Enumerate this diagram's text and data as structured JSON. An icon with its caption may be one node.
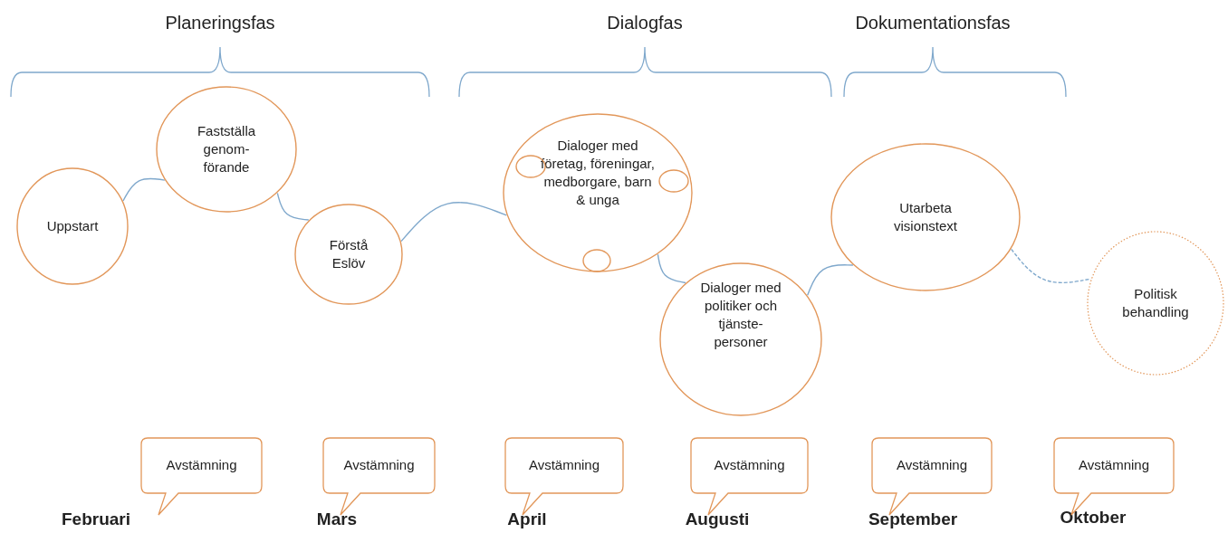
{
  "diagram": {
    "nodes": [
      {
        "text": [
          "Uppstart"
        ]
      },
      {
        "text": [
          "Fastställa genom- förande"
        ]
      },
      {
        "text": [
          "Förstå Eslöv"
        ]
      },
      {
        "text": [
          "Dialoger med företag, föreningar, medborgare, barn & unga"
        ]
      },
      {
        "text": [],
        "shape": "circle",
        "in": 3
      },
      {
        "text": [],
        "shape": "circle",
        "in": 3
      },
      {
        "text": [],
        "shape": "circle",
        "in": 3
      },
      {
        "text": [
          "Dialoger med politiker och tjänste- personer"
        ]
      },
      {
        "text": [
          "Utarbeta visionstext"
        ]
      },
      {
        "text": [
          "Politisk behandling"
        ]
      },
      {
        "text": [
          "Avstämning"
        ]
      },
      {
        "text": [
          "Avstämning"
        ]
      },
      {
        "text": [
          "Avstämning"
        ]
      },
      {
        "text": [
          "Avstämning"
        ]
      },
      {
        "text": [
          "Avstämning"
        ]
      },
      {
        "text": [
          "Avstämning"
        ]
      }
    ],
    "edges": [
      {
        "from": 0,
        "to": 1,
        "arrow": "none"
      },
      {
        "from": 1,
        "to": 2,
        "arrow": "none"
      },
      {
        "from": 2,
        "to": 3,
        "arrow": "none"
      },
      {
        "from": 3,
        "to": 7,
        "arrow": "none"
      },
      {
        "from": 7,
        "to": 8,
        "arrow": "none"
      },
      {
        "from": 8,
        "to": 9,
        "arrow": "none",
        "style": "dashed"
      }
    ],
    "labels": [
      "Planeringsfas",
      "Dialogfas",
      "Dokumentationsfas",
      "Februari",
      "Mars",
      "April",
      "Augusti",
      "September",
      "Oktober"
    ]
  }
}
